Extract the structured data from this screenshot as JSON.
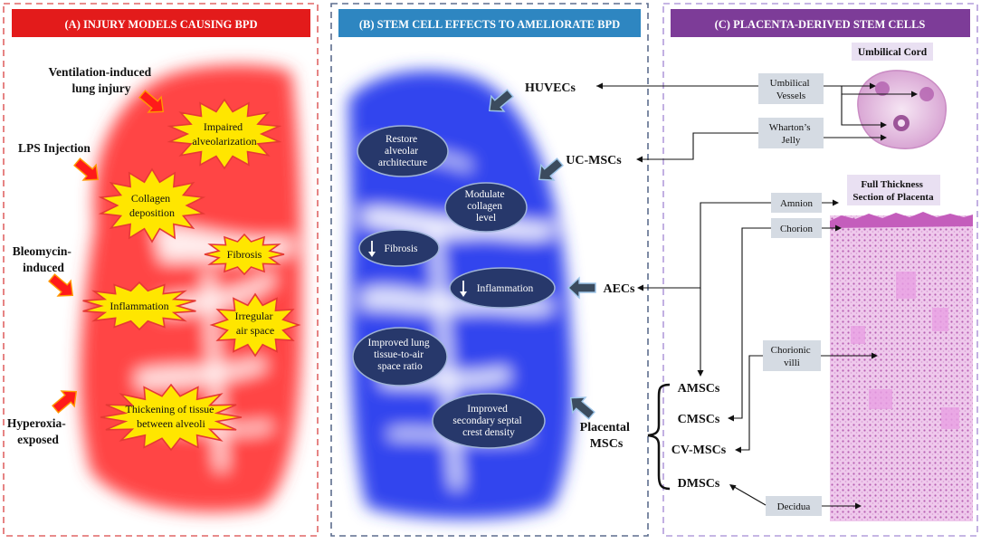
{
  "panels": {
    "a": {
      "header": "(A) INJURY MODELS CAUSING BPD",
      "header_color": "#e31b1b",
      "frame_color": "#e06666",
      "injury_models": [
        {
          "lines": [
            "Ventilation-induced",
            "lung injury"
          ]
        },
        {
          "lines": [
            "LPS Injection"
          ]
        },
        {
          "lines": [
            "Bleomycin-",
            "induced"
          ]
        },
        {
          "lines": [
            "Hyperoxia-",
            "exposed"
          ]
        }
      ],
      "effects": [
        {
          "lines": [
            "Impaired",
            "alveolarization"
          ]
        },
        {
          "lines": [
            "Collagen",
            "deposition"
          ]
        },
        {
          "lines": [
            "Fibrosis"
          ]
        },
        {
          "lines": [
            "Inflammation"
          ]
        },
        {
          "lines": [
            "Irregular",
            "air space"
          ]
        },
        {
          "lines": [
            "Thickening of tissue",
            "between alveoli"
          ]
        }
      ]
    },
    "b": {
      "header": "(B) STEM CELL EFFECTS TO AMELIORATE BPD",
      "header_color": "#2e86c1",
      "frame_color": "#5d6d8e",
      "effects": [
        {
          "lines": [
            "Restore",
            "alveolar",
            "architecture"
          ]
        },
        {
          "lines": [
            "Modulate",
            "collagen",
            "level"
          ]
        },
        {
          "lines": [
            "Fibrosis"
          ],
          "arrow": "down"
        },
        {
          "lines": [
            "Inflammation"
          ],
          "arrow": "down"
        },
        {
          "lines": [
            "Improved lung",
            "tissue-to-air",
            "space ratio"
          ]
        },
        {
          "lines": [
            "Improved",
            "secondary septal",
            "crest density"
          ]
        }
      ],
      "cell_types": [
        {
          "lines": [
            "HUVECs"
          ]
        },
        {
          "lines": [
            "UC-MSCs"
          ]
        },
        {
          "lines": [
            "AECs"
          ]
        },
        {
          "lines": [
            "Placental",
            "MSCs"
          ]
        }
      ]
    },
    "c": {
      "header": "(C) PLACENTA-DERIVED STEM CELLS",
      "header_color": "#7d3c98",
      "frame_color": "#b39ddb",
      "umbilical_title": "Umbilical Cord",
      "placenta_title": [
        "Full Thickness",
        "Section of Placenta"
      ],
      "sources": [
        {
          "lines": [
            "Umbilical",
            "Vessels"
          ]
        },
        {
          "lines": [
            "Wharton’s",
            "Jelly"
          ]
        },
        {
          "lines": [
            "Amnion"
          ]
        },
        {
          "lines": [
            "Chorion"
          ]
        },
        {
          "lines": [
            "Chorionic",
            "villi"
          ]
        },
        {
          "lines": [
            "Decidua"
          ]
        }
      ],
      "msc_types": [
        "AMSCs",
        "CMSCs",
        "CV-MSCs",
        "DMSCs"
      ]
    }
  },
  "colors": {
    "lung_red": "#ff4040",
    "lung_blue": "#3344ee",
    "starburst_fill": "#ffe600",
    "starburst_stroke": "#e53935",
    "oval_fill": "#27386b",
    "arrow_red": "#ff1a1a",
    "arrow_dark": "#3b4b5e",
    "source_box": "#d5dbe3",
    "tissue": "#d48ccf"
  }
}
